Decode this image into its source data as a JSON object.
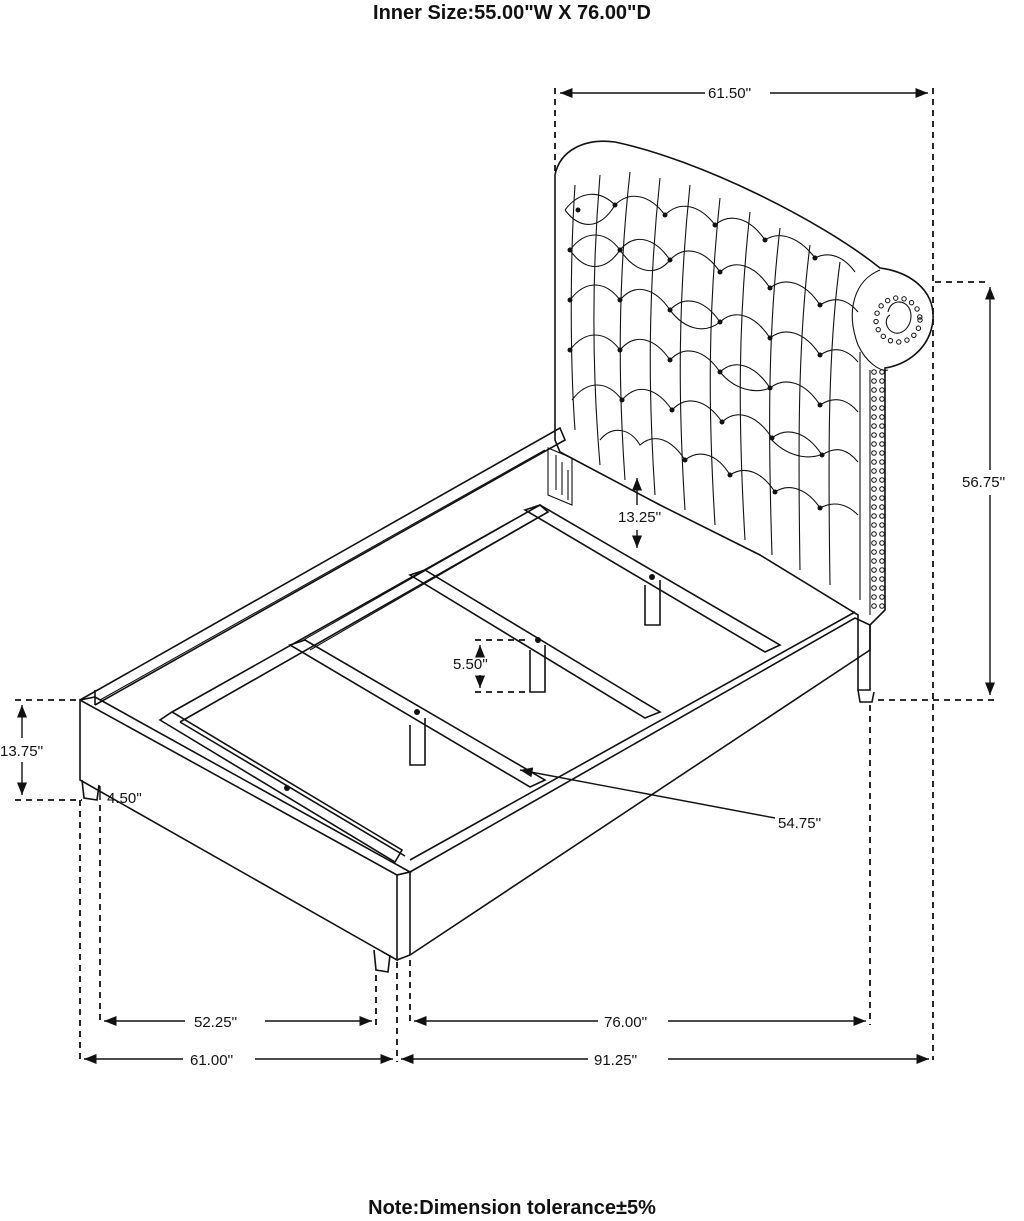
{
  "header": {
    "inner_size": "Inner Size:55.00\"W X 76.00\"D"
  },
  "footer": {
    "note": "Note:Dimension tolerance±5%"
  },
  "dimensions": {
    "headboard_width": "61.50''",
    "headboard_height": "56.75''",
    "rail_height": "13.25''",
    "slat_gap": "5.50''",
    "footboard_height": "13.75''",
    "leg_height": "4.50''",
    "slat_length": "54.75''",
    "inner_width": "52.25''",
    "inner_length": "76.00''",
    "overall_width": "61.00''",
    "overall_length": "91.25''"
  }
}
